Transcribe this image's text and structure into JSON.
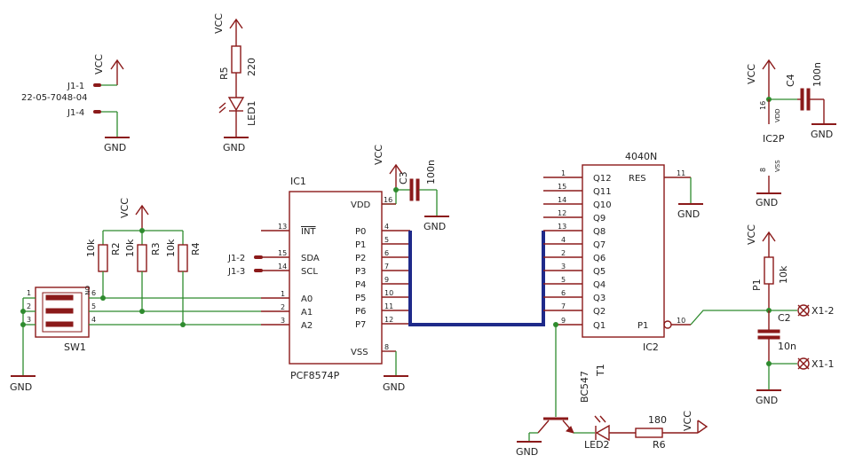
{
  "labels": {
    "vcc": "VCC",
    "gnd": "GND",
    "j1_1": "J1-1",
    "j1_4": "J1-4",
    "j1_part": "22-05-7048-04",
    "j1_2": "J1-2",
    "j1_3": "J1-3",
    "r5": "R5",
    "r5_val": "220",
    "led1": "LED1",
    "c4": "C4",
    "c4_val": "100n",
    "ic2p": "IC2P",
    "vdd": "VDD",
    "vss": "VSS",
    "pin16": "16",
    "pin8": "8",
    "c3": "C3",
    "c3_val": "100n",
    "ic1": "IC1",
    "ic1_part": "PCF8574P",
    "ic2_part": "4040N",
    "ic2": "IC2",
    "r2": "R2",
    "r3": "R3",
    "r4": "R4",
    "r_val": "10k",
    "sw1": "SW1",
    "on": "ON",
    "p1": "P1",
    "p1_val": "10k",
    "c2": "C2",
    "c2_val": "10n",
    "x1_2": "X1-2",
    "x1_1": "X1-1",
    "t1": "T1",
    "t1_part": "BC547",
    "led2": "LED2",
    "r6": "R6",
    "r6_val": "180"
  },
  "ic1_pins": {
    "int": "INT",
    "sda": "SDA",
    "scl": "SCL",
    "vdd": "VDD",
    "vss": "VSS",
    "a0": "A0",
    "a1": "A1",
    "a2": "A2",
    "p0": "P0",
    "p1": "P1",
    "p2": "P2",
    "p3": "P3",
    "p4": "P4",
    "p5": "P5",
    "p6": "P6",
    "p7": "P7",
    "n13": "13",
    "n15": "15",
    "n14": "14",
    "n16": "16",
    "n8": "8",
    "n1": "1",
    "n2": "2",
    "n3": "3",
    "n4": "4",
    "n5": "5",
    "n6": "6",
    "n7": "7",
    "n9": "9",
    "n10": "10",
    "n11": "11",
    "n12": "12"
  },
  "ic2_pins": {
    "q12": "Q12",
    "q11": "Q11",
    "q10": "Q10",
    "q9": "Q9",
    "q8": "Q8",
    "q7": "Q7",
    "q6": "Q6",
    "q5": "Q5",
    "q4": "Q4",
    "q3": "Q3",
    "q2": "Q2",
    "q1": "Q1",
    "res": "RES",
    "p1": "P1",
    "n1": "1",
    "n15": "15",
    "n14": "14",
    "n12": "12",
    "n13": "13",
    "n4": "4",
    "n2": "2",
    "n3": "3",
    "n5": "5",
    "n6": "6",
    "n7": "7",
    "n9": "9",
    "n11": "11",
    "n10": "10"
  },
  "sw1_pins": {
    "n1": "1",
    "n2": "2",
    "n3": "3",
    "n4": "4",
    "n5": "5",
    "n6": "6"
  }
}
